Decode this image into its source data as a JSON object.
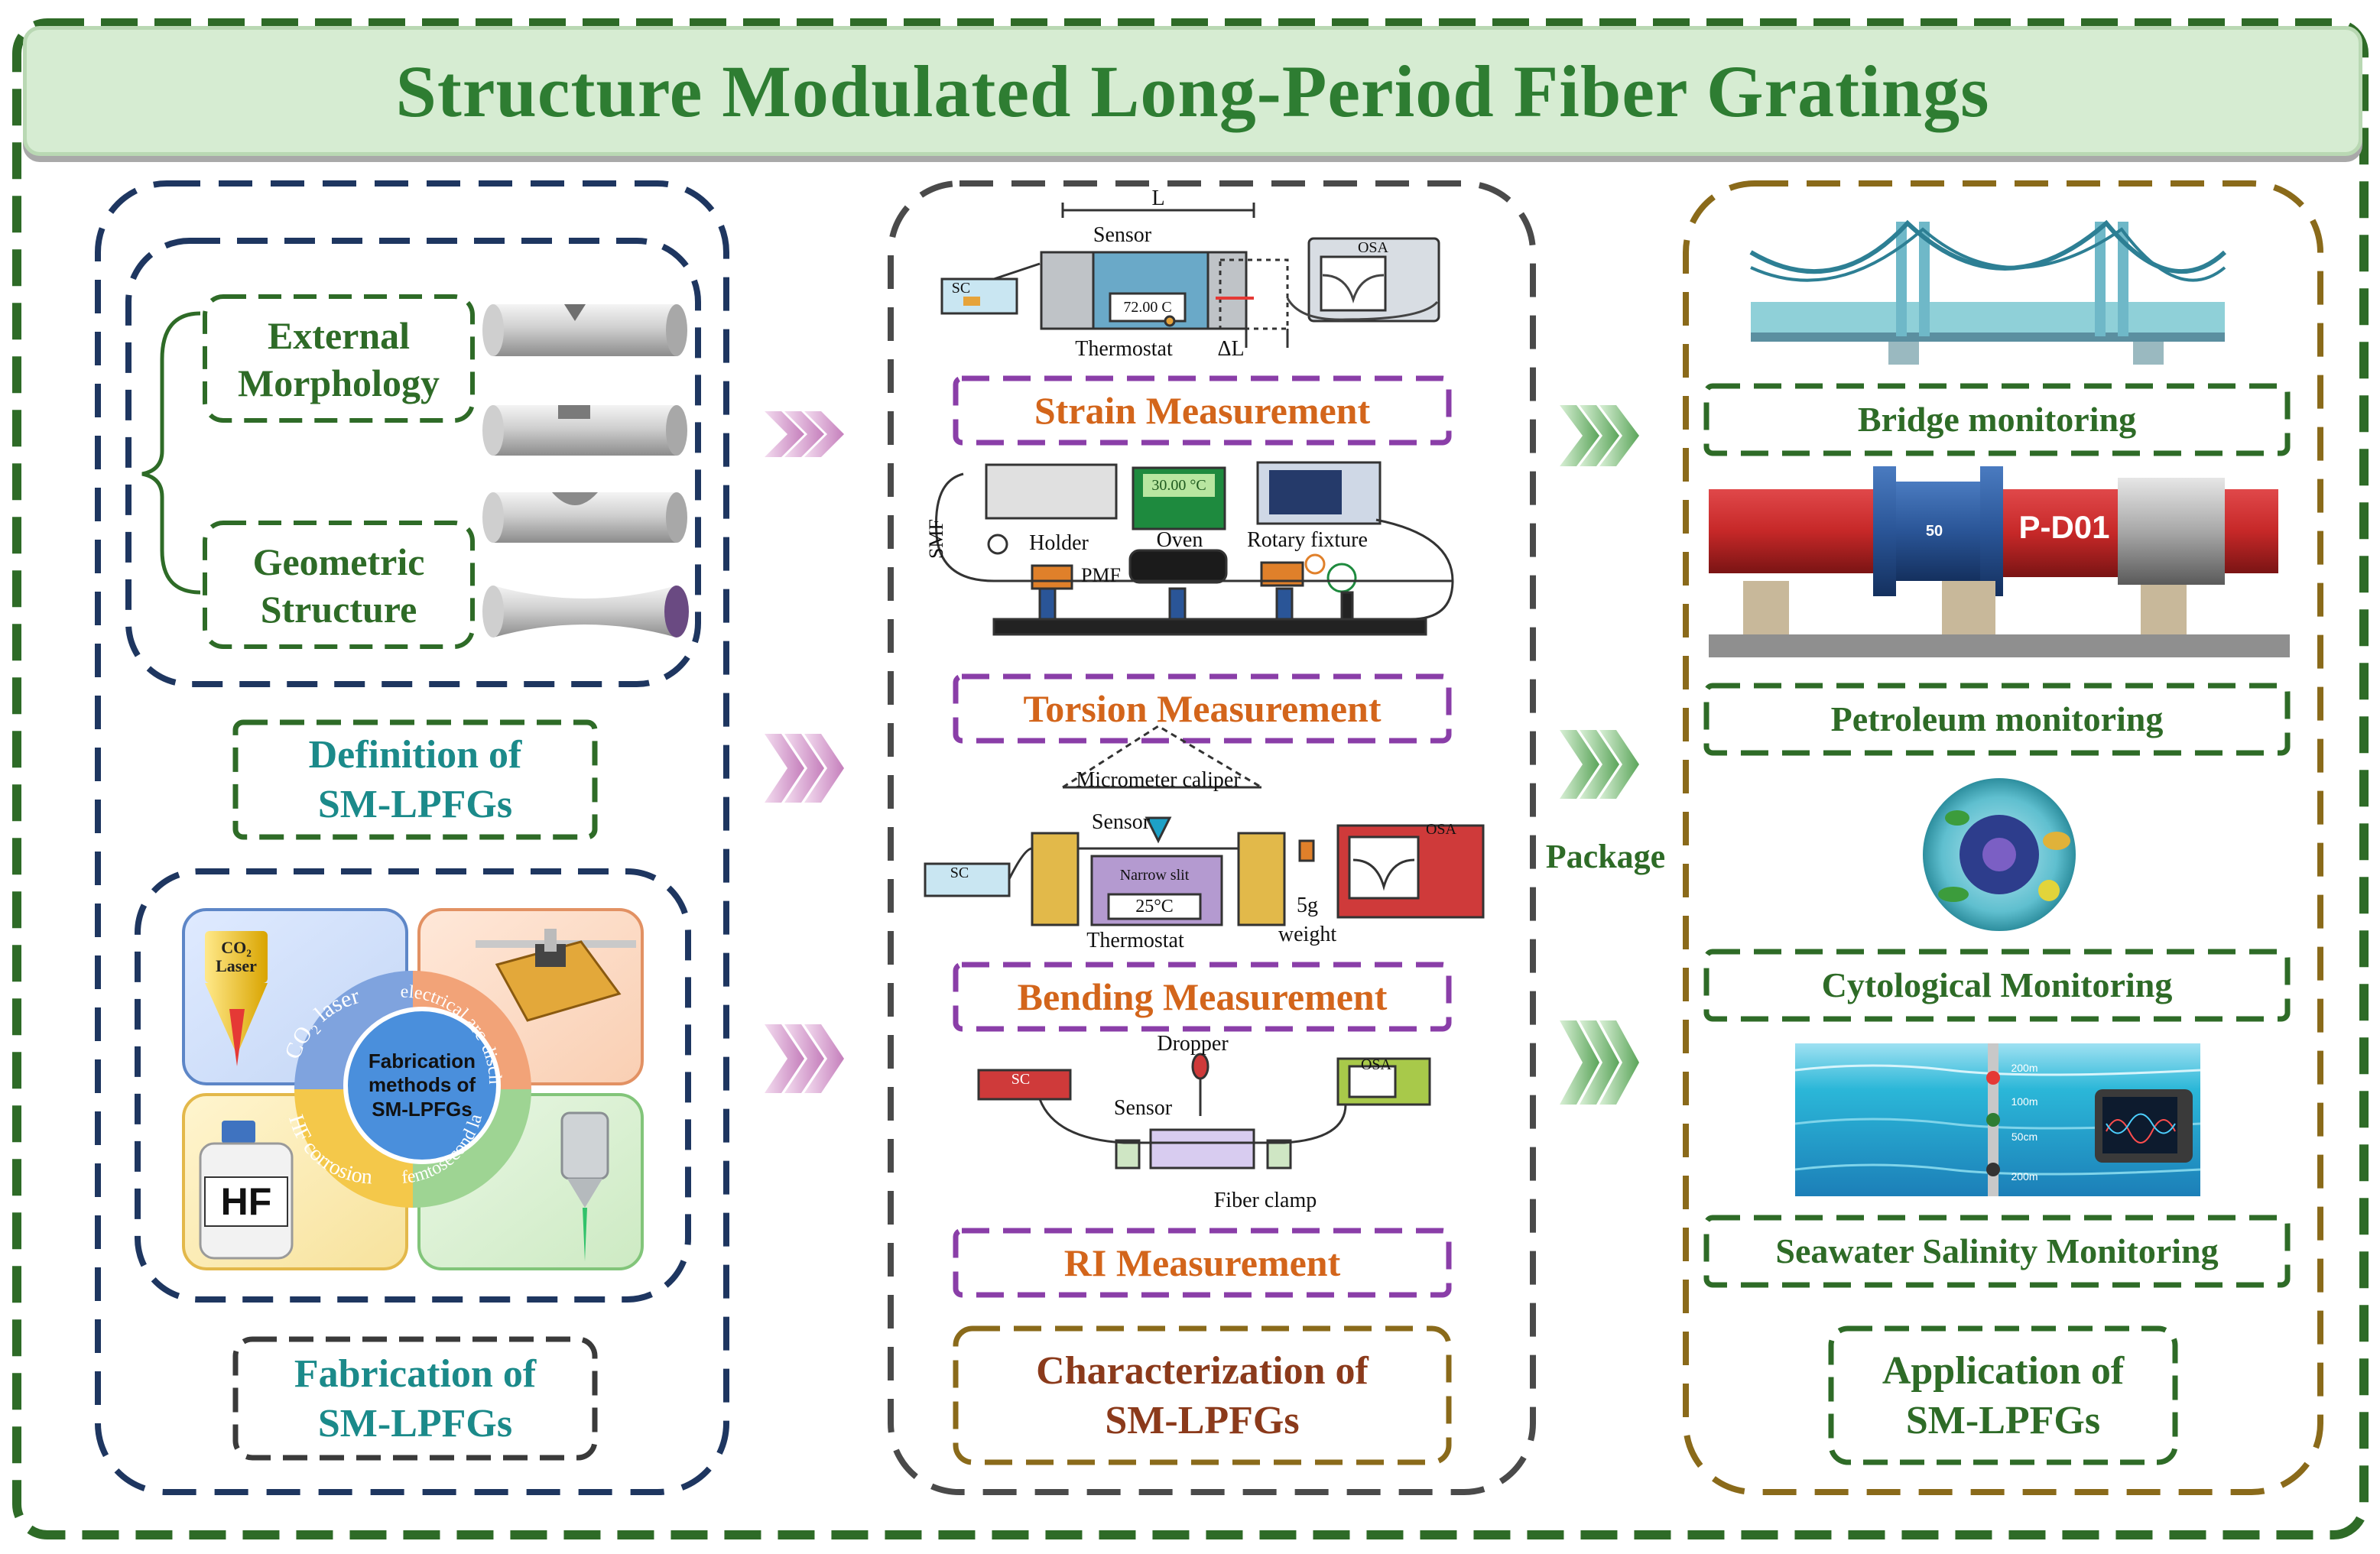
{
  "title": "Structure Modulated Long-Period Fiber Gratings",
  "colors": {
    "green_dark": "#2e6b27",
    "navy": "#1e3660",
    "gray_dash": "#4a4a4a",
    "olive": "#8a6a1a",
    "purple": "#8a3ea8",
    "orange_text": "#d3651b",
    "teal_text": "#1b8a8a",
    "maroon_text": "#8b3a1b"
  },
  "definition": {
    "external_morphology": "External\nMorphology",
    "geometric_structure": "Geometric\nStructure",
    "label": "Definition of\nSM-LPFGs"
  },
  "fabrication": {
    "co2_badge": "CO₂\nLaser",
    "co2_ring": "CO₂ laser",
    "arc_ring": "electrical arc-discharge",
    "hf_ring": "HF corrosion",
    "fs_ring": "femtosecond laser",
    "hf_bottle": "HF",
    "center": "Fabrication\nmethods of\nSM-LPFGs",
    "label": "Fabrication of\nSM-LPFGs"
  },
  "characterization": {
    "strain": {
      "L": "L",
      "sensor": "Sensor",
      "sc": "SC",
      "osa": "OSA",
      "thermostat": "Thermostat",
      "temp": "72.00 C",
      "delta": "ΔL",
      "label": "Strain Measurement"
    },
    "torsion": {
      "smf": "SMF",
      "holder": "Holder",
      "oven": "Oven",
      "oven_temp": "30.00 °C",
      "rotary": "Rotary fixture",
      "pmf": "PMF",
      "label": "Torsion Measurement"
    },
    "bending": {
      "micrometer": "Micrometer caliper",
      "sensor": "Sensor",
      "sc": "SC",
      "osa": "OSA",
      "narrow": "Narrow slit",
      "temp": "25°C",
      "thermostat": "Thermostat",
      "weight1": "5g",
      "weight2": "weight",
      "label": "Bending Measurement"
    },
    "ri": {
      "dropper": "Dropper",
      "sc": "SC",
      "osa": "OSA",
      "sensor": "Sensor",
      "clamp": "Fiber clamp",
      "label": "RI Measurement"
    },
    "label": "Characterization of\nSM-LPFGs"
  },
  "package_label": "Package",
  "application": {
    "bridge": "Bridge monitoring",
    "petroleum": "Petroleum monitoring",
    "pipe_tag": "P-D01",
    "pipe_tag_small": "50",
    "cyto": "Cytological Monitoring",
    "seawater": "Seawater Salinity Monitoring",
    "depths": [
      "200m",
      "100m",
      "50cm",
      "200m"
    ],
    "label": "Application of\nSM-LPFGs"
  }
}
